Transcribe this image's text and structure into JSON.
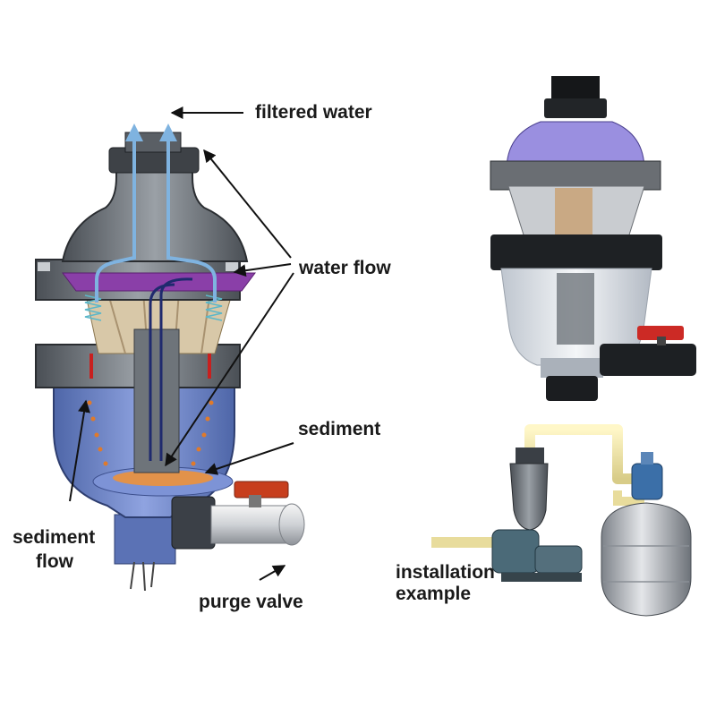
{
  "labels": {
    "filtered_water": "filtered water",
    "water_flow": "water flow",
    "sediment": "sediment",
    "sediment_flow_line1": "sediment",
    "sediment_flow_line2": "flow",
    "purge_valve": "purge valve",
    "installation_line1": "installation",
    "installation_line2": "example"
  }
}
